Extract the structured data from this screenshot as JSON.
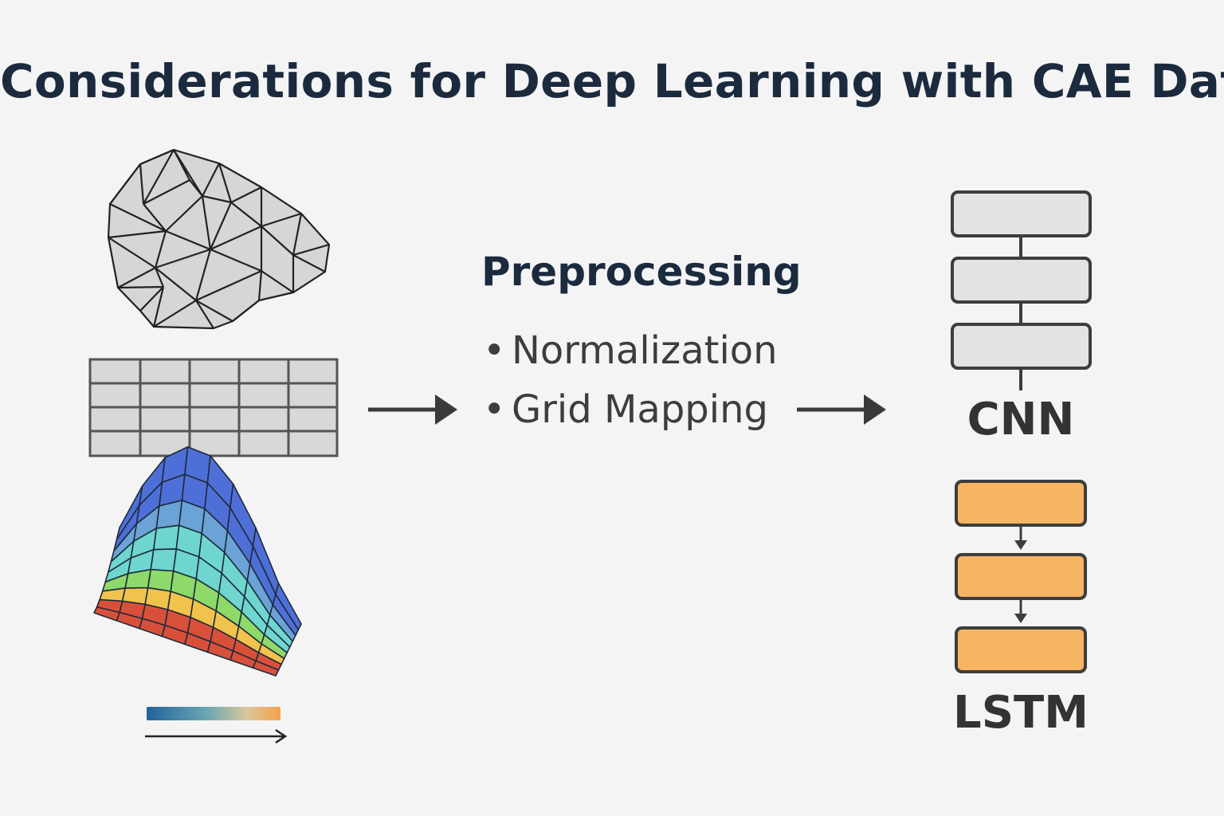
{
  "title": "Considerations for Deep Learning with CAE Data",
  "preprocessing": {
    "heading": "Preprocessing",
    "steps": [
      "Normalization",
      "Grid Mapping"
    ],
    "bullet": "•"
  },
  "models": {
    "cnn": {
      "label": "CNN",
      "fill": "#e3e3e3"
    },
    "lstm": {
      "label": "LSTM",
      "fill": "#f7b563"
    }
  },
  "colors": {
    "title": "#1c2a3e",
    "stroke": "#222222",
    "arrow": "#3a3a3a",
    "mesh_fill": "#d6d6d6",
    "colorbar": [
      "#23639a",
      "#6aa6b4",
      "#d9c89a",
      "#f7a14a"
    ],
    "surface_bands": [
      "#d9503a",
      "#f1c34c",
      "#8dd96a",
      "#6fd6cf",
      "#6ba3d6",
      "#4f6fd8"
    ]
  },
  "icons": {
    "inputs": [
      "triangle-mesh-icon",
      "grid-table-icon",
      "3d-surface-plot-icon",
      "colorbar-icon"
    ],
    "flow": [
      "right-arrow-icon",
      "right-arrow-icon"
    ]
  }
}
